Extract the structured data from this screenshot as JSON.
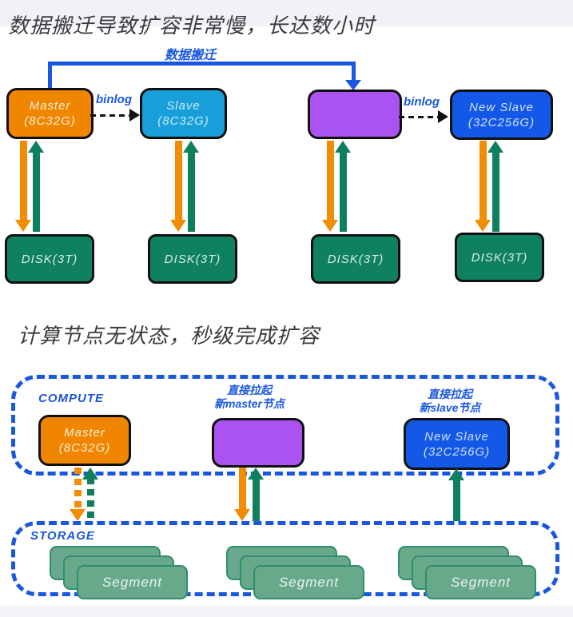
{
  "colors": {
    "accent_blue": "#1a57e0",
    "node_orange": "#f08600",
    "node_cyan": "#189fd9",
    "node_purple": "#ab52f2",
    "node_blue": "#1458e8",
    "disk_green": "#0f8161",
    "arrow_orange": "#f28c00",
    "arrow_green": "#0e7f5f",
    "segment_fill": "#68a98b",
    "segment_border": "#2f8f6b"
  },
  "section1": {
    "title": "数据搬迁导致扩容非常慢，长达数小时",
    "migration_label": "数据搬迁",
    "binlog_labels": [
      "binlog",
      "binlog"
    ],
    "nodes": [
      {
        "name": "master",
        "line1": "Master",
        "line2": "(8C32G)"
      },
      {
        "name": "slave",
        "line1": "Slave",
        "line2": "(8C32G)"
      },
      {
        "name": "new-master",
        "line1": "",
        "line2": ""
      },
      {
        "name": "new-slave",
        "line1": "New Slave",
        "line2": "(32C256G)"
      }
    ],
    "disks": [
      {
        "label": "DISK(3T)"
      },
      {
        "label": "DISK(3T)"
      },
      {
        "label": "DISK(3T)"
      },
      {
        "label": "DISK(3T)"
      }
    ]
  },
  "section2": {
    "title": "计算节点无状态，秒级完成扩容",
    "compute_label": "COMPUTE",
    "storage_label": "STORAGE",
    "callouts": [
      {
        "line1": "直接拉起",
        "line2": "新master节点"
      },
      {
        "line1": "直接拉起",
        "line2": "新slave节点"
      }
    ],
    "nodes": [
      {
        "name": "master",
        "line1": "Master",
        "line2": "(8C32G)"
      },
      {
        "name": "new-master",
        "line1": "",
        "line2": ""
      },
      {
        "name": "new-slave",
        "line1": "New Slave",
        "line2": "(32C256G)"
      }
    ],
    "segments": [
      {
        "label": "Segment"
      },
      {
        "label": "Segment"
      },
      {
        "label": "Segment"
      }
    ]
  }
}
